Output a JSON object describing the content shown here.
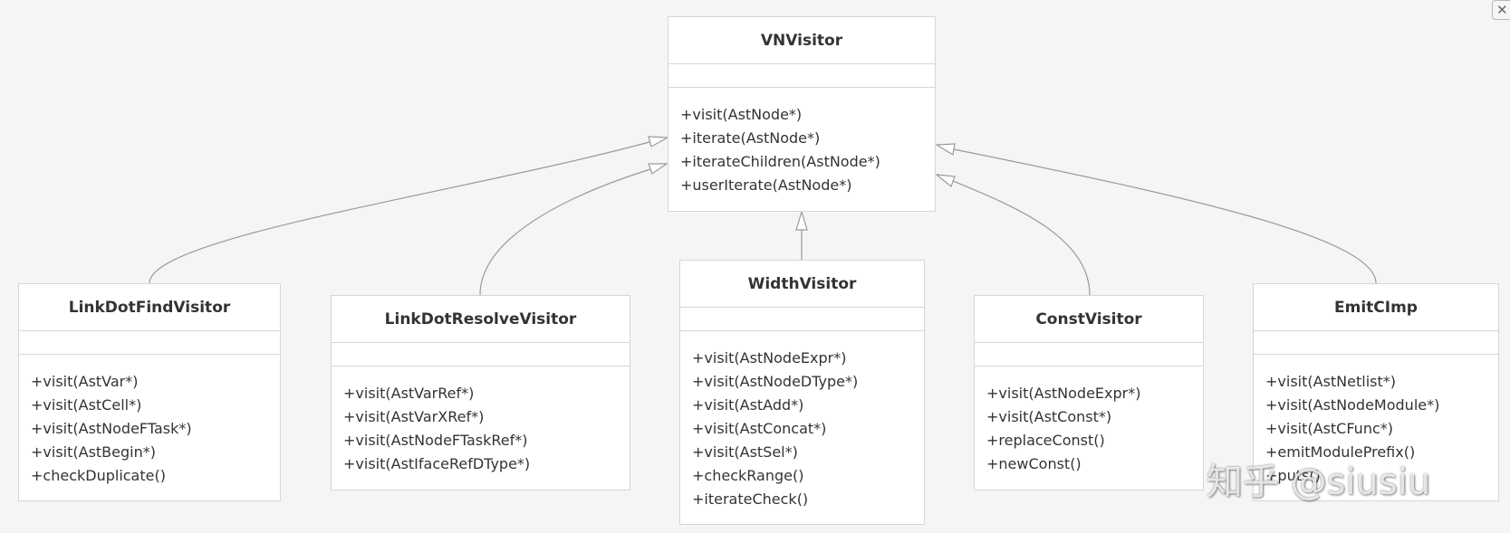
{
  "classes": [
    {
      "id": "vnvisitor",
      "name": "VNVisitor",
      "methods": [
        "+visit(AstNode*)",
        "+iterate(AstNode*)",
        "+iterateChildren(AstNode*)",
        "+userIterate(AstNode*)"
      ]
    },
    {
      "id": "linkdotfind",
      "name": "LinkDotFindVisitor",
      "methods": [
        "+visit(AstVar*)",
        "+visit(AstCell*)",
        "+visit(AstNodeFTask*)",
        "+visit(AstBegin*)",
        "+checkDuplicate()"
      ]
    },
    {
      "id": "linkdotresolve",
      "name": "LinkDotResolveVisitor",
      "methods": [
        "+visit(AstVarRef*)",
        "+visit(AstVarXRef*)",
        "+visit(AstNodeFTaskRef*)",
        "+visit(AstIfaceRefDType*)"
      ]
    },
    {
      "id": "width",
      "name": "WidthVisitor",
      "methods": [
        "+visit(AstNodeExpr*)",
        "+visit(AstNodeDType*)",
        "+visit(AstAdd*)",
        "+visit(AstConcat*)",
        "+visit(AstSel*)",
        "+checkRange()",
        "+iterateCheck()"
      ]
    },
    {
      "id": "const",
      "name": "ConstVisitor",
      "methods": [
        "+visit(AstNodeExpr*)",
        "+visit(AstConst*)",
        "+replaceConst()",
        "+newConst()"
      ]
    },
    {
      "id": "emitcimp",
      "name": "EmitCImp",
      "methods": [
        "+visit(AstNetlist*)",
        "+visit(AstNodeModule*)",
        "+visit(AstCFunc*)",
        "+emitModulePrefix()",
        "+puts()"
      ]
    }
  ],
  "relations": [
    {
      "from": "linkdotfind",
      "to": "vnvisitor",
      "type": "inheritance"
    },
    {
      "from": "linkdotresolve",
      "to": "vnvisitor",
      "type": "inheritance"
    },
    {
      "from": "width",
      "to": "vnvisitor",
      "type": "inheritance"
    },
    {
      "from": "const",
      "to": "vnvisitor",
      "type": "inheritance"
    },
    {
      "from": "emitcimp",
      "to": "vnvisitor",
      "type": "inheritance"
    }
  ],
  "close_button": {
    "label": "✕"
  },
  "watermark": {
    "text": "知乎 @siusiu"
  },
  "colors": {
    "box_border": "#d6d6d6",
    "edge": "#9a9a9a",
    "background": "#f5f5f5",
    "text": "#333333"
  }
}
